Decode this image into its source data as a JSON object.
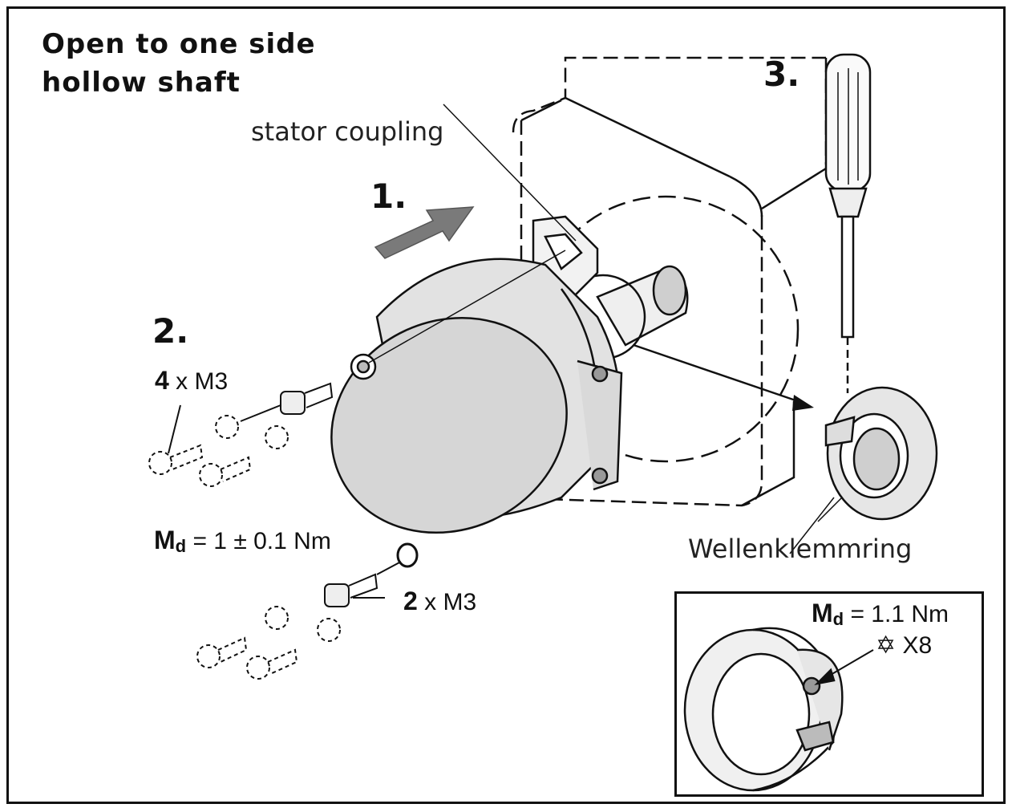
{
  "title": {
    "line1": "Open  to  one  side",
    "line2": "hollow shaft"
  },
  "steps": {
    "s1": "1.",
    "s2": "2.",
    "s3": "3."
  },
  "labels": {
    "stator_coupling": "stator coupling",
    "clamp_ring": "Wellenklemmring",
    "screws_4_count": "4",
    "screws_4_spec": " x M3",
    "screws_2_count": "2",
    "screws_2_spec": " x M3",
    "torque_encoder_sym": "M",
    "torque_encoder_sub": "d",
    "torque_encoder_val": " = 1 ± 0.1 Nm",
    "torque_ring_sym": "M",
    "torque_ring_sub": "d",
    "torque_ring_val": " = 1.1 Nm",
    "torx_size": "X8"
  },
  "icons": [
    "screwdriver-icon",
    "torx-star-icon",
    "arrow-icon"
  ],
  "colors": {
    "line": "#111111",
    "arrow": "#7a7a7a",
    "encoder_face": "#d6d6d6",
    "body": "#e2e2e2"
  }
}
